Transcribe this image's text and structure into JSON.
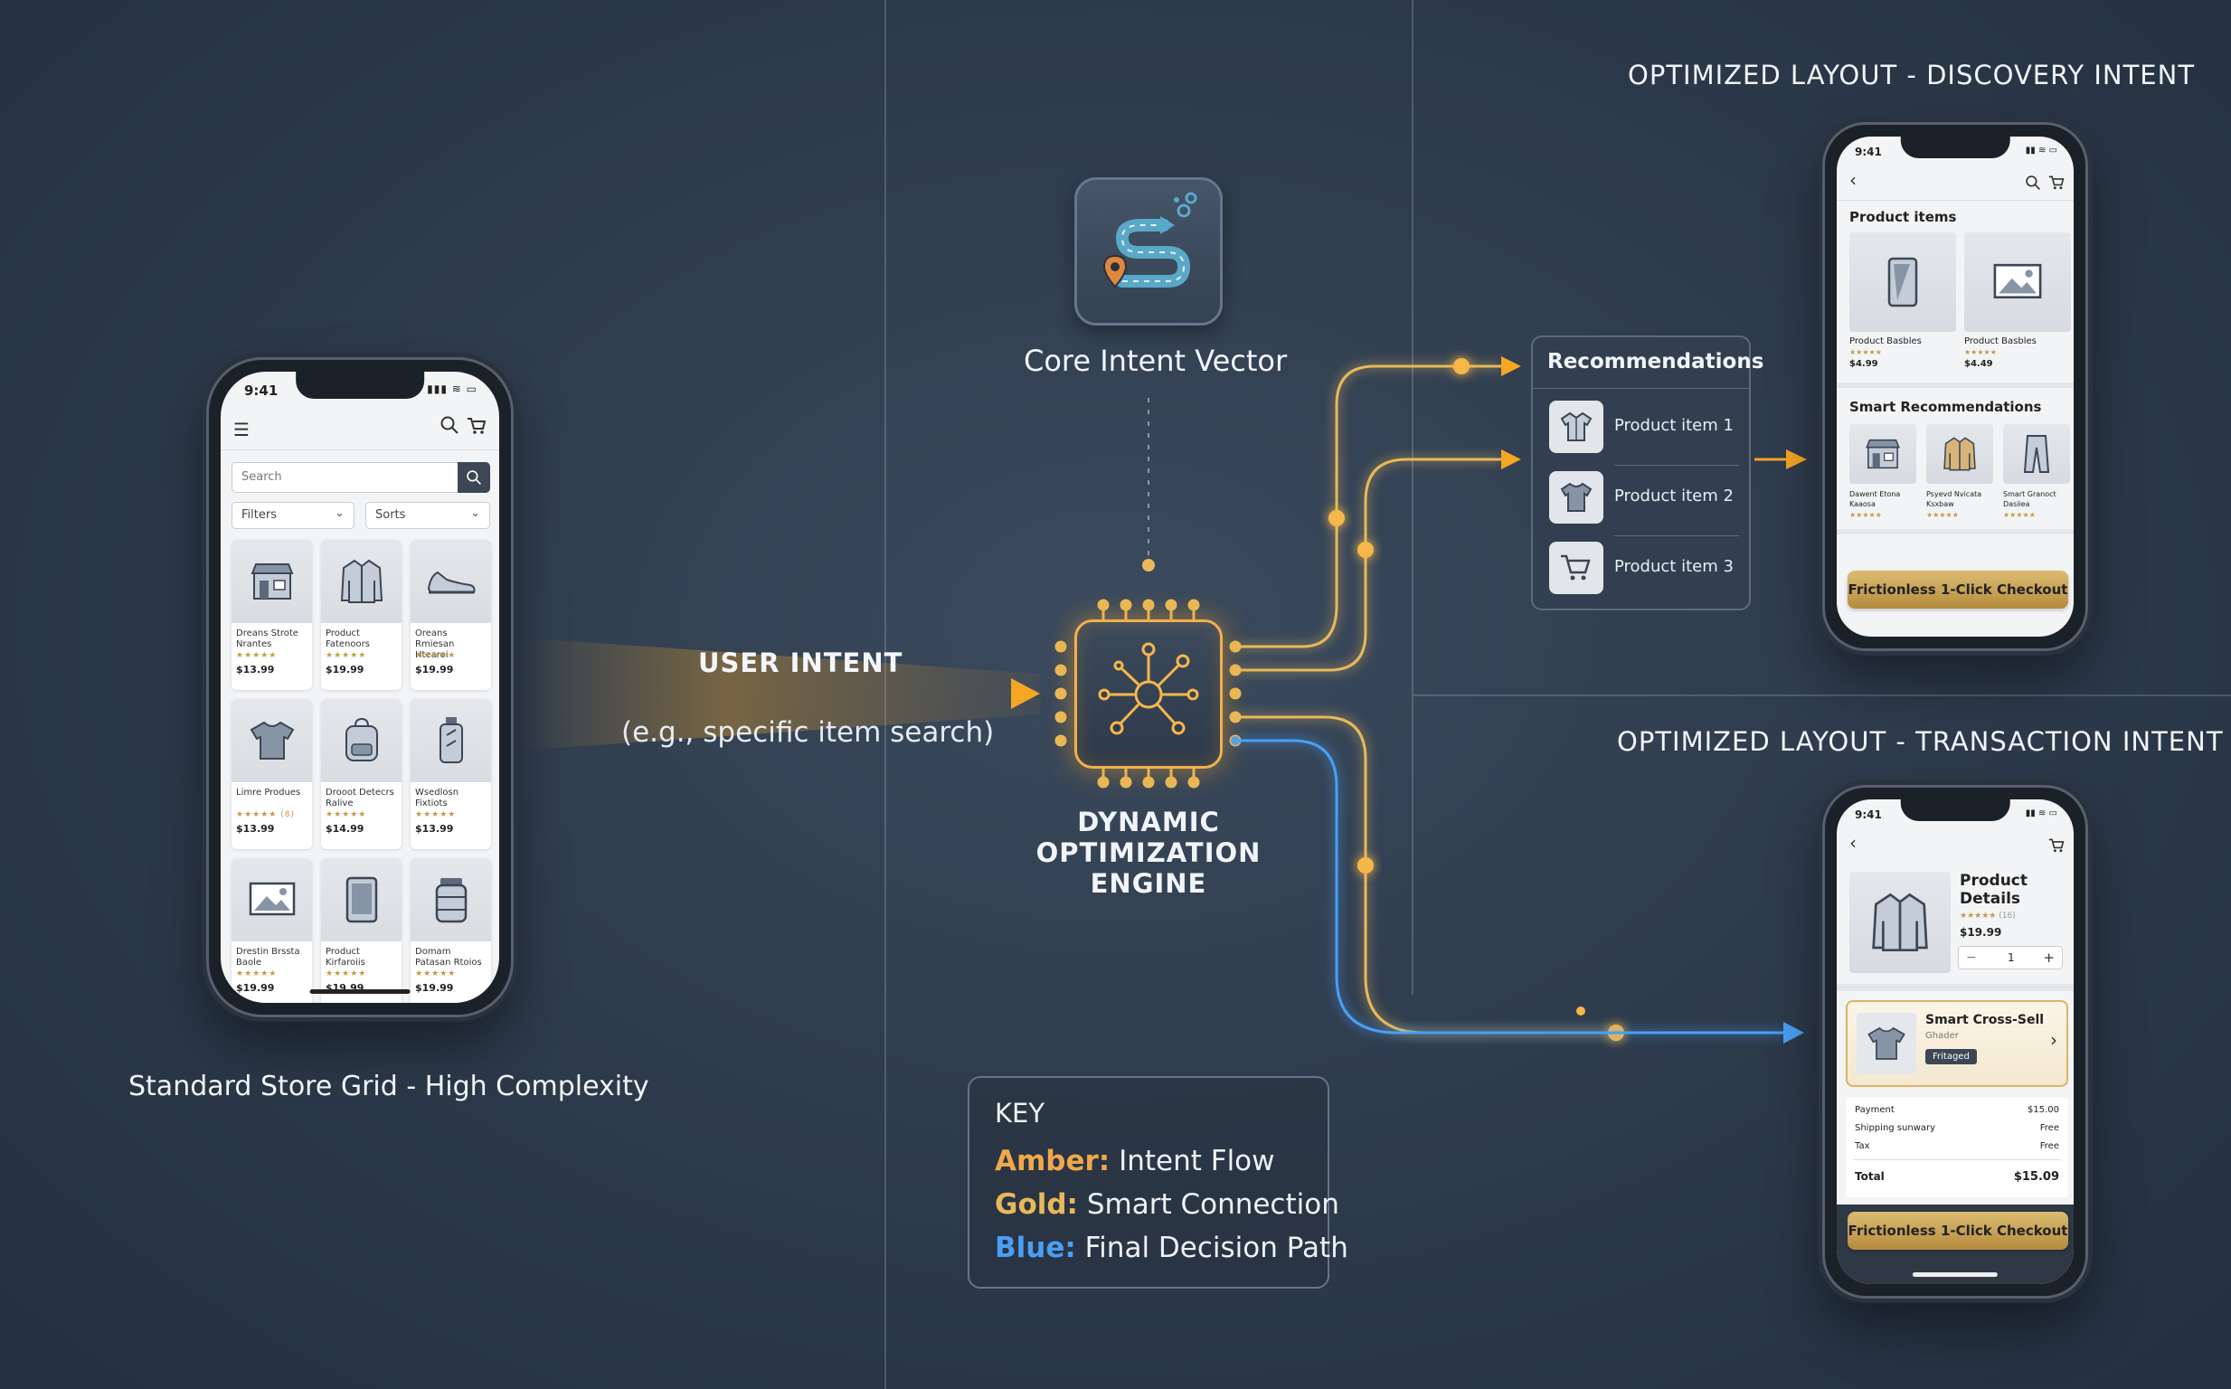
{
  "colors": {
    "amber": "#f5a623",
    "gold": "#e8b95a",
    "blue": "#4a9ff5",
    "background": "#2f3c4d"
  },
  "left_phone": {
    "time": "9:41",
    "status_icons": "▮▮▮ ≋ ▭",
    "menu_icon": "hamburger-icon",
    "search_placeholder": "Search",
    "filters_label": "Filters",
    "sorts_label": "Sorts",
    "grid": [
      {
        "name": "Dreans Strote Nrantes",
        "stars": "★★★★★",
        "price": "$13.99",
        "icon": "store-icon"
      },
      {
        "name": "Product Fatenoors",
        "stars": "★★★★★",
        "price": "$19.99",
        "icon": "jacket-icon"
      },
      {
        "name": "Oreans Rmiesan Htearoi",
        "stars": "★★★★★",
        "price": "$19.99",
        "icon": "shoe-icon"
      },
      {
        "name": "Limre Produes",
        "stars": "★★★★★ (8)",
        "price": "$13.99",
        "icon": "tshirt-icon"
      },
      {
        "name": "Drooot Detecrs Ralive",
        "stars": "★★★★★",
        "price": "$14.99",
        "icon": "backpack-icon"
      },
      {
        "name": "Wsedlosn Fixtiots",
        "stars": "★★★★★",
        "price": "$13.99",
        "icon": "bottle-icon"
      },
      {
        "name": "Drestin Brssta Baole",
        "stars": "★★★★★",
        "price": "$19.99",
        "icon": "picture-icon"
      },
      {
        "name": "Product Kirfaroiis",
        "stars": "★★★★★",
        "price": "$19.99",
        "icon": "tablet-icon"
      },
      {
        "name": "Domam Patasan Rtoios",
        "stars": "★★★★★",
        "price": "$19.99",
        "icon": "jar-icon"
      }
    ],
    "caption": "Standard Store Grid - High Complexity"
  },
  "user_intent": {
    "title": "USER INTENT",
    "subtitle": "(e.g., specific item search)"
  },
  "core_vector": {
    "label": "Core Intent Vector",
    "icon": "route-map-icon"
  },
  "engine": {
    "line1": "DYNAMIC",
    "line2": "OPTIMIZATION",
    "line3": "ENGINE",
    "icon": "network-hub-icon"
  },
  "recommendations": {
    "title": "Recommendations",
    "items": [
      {
        "label": "Product item 1",
        "icon": "shirt-icon"
      },
      {
        "label": "Product item 2",
        "icon": "tshirt-icon"
      },
      {
        "label": "Product item 3",
        "icon": "cart-icon"
      }
    ]
  },
  "discovery": {
    "heading": "OPTIMIZED LAYOUT - DISCOVERY INTENT",
    "time": "9:41",
    "section1": "Product items",
    "products": [
      {
        "name": "Product Basbles",
        "stars": "★★★★★",
        "price": "$4.99"
      },
      {
        "name": "Product Basbles",
        "stars": "★★★★★",
        "price": "$4.49"
      }
    ],
    "section2": "Smart Recommendations",
    "smart": [
      {
        "name": "Dawent Etona Kaaosa",
        "stars": "★★★★★"
      },
      {
        "name": "Psyevd Nvicata Ksxbaw",
        "stars": "★★★★★"
      },
      {
        "name": "Smart Granoct Dasiiea",
        "stars": "★★★★★"
      }
    ],
    "checkout": "Frictionless 1-Click Checkout"
  },
  "transaction": {
    "heading": "OPTIMIZED LAYOUT - TRANSACTION INTENT",
    "time": "9:41",
    "product_title": "Product Details",
    "stars": "★★★★★",
    "reviews": "(16)",
    "price": "$19.99",
    "qty": "1",
    "minus": "−",
    "plus": "+",
    "cross_title": "Smart Cross-Sell",
    "cross_sub": "Ghader",
    "cross_badge": "Fritaged",
    "rows": [
      {
        "label": "Payment",
        "value": "$15.00"
      },
      {
        "label": "Shipping sunwary",
        "value": "Free"
      },
      {
        "label": "Tax",
        "value": "Free"
      }
    ],
    "total_label": "Total",
    "total_value": "$15.09",
    "checkout": "Frictionless 1-Click Checkout"
  },
  "key": {
    "title": "KEY",
    "amber_name": "Amber:",
    "amber_text": "Intent Flow",
    "gold_name": "Gold:",
    "gold_text": "Smart Connection",
    "blue_name": "Blue:",
    "blue_text": "Final Decision Path"
  }
}
